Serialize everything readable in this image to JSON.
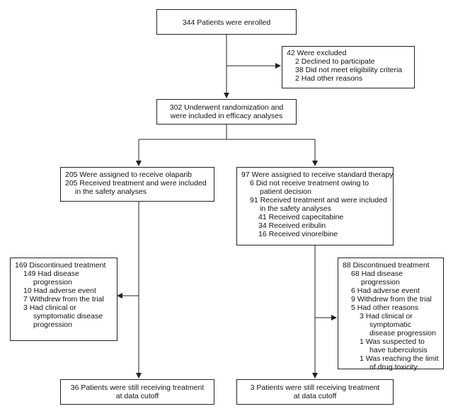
{
  "enrolled": "344 Patients were enrolled",
  "excluded": {
    "title": "42 Were excluded",
    "items": [
      "2 Declined to participate",
      "38 Did not meet eligibility criteria",
      "2 Had other reasons"
    ]
  },
  "randomized": [
    "302 Underwent randomization and",
    "were included in efficacy analyses"
  ],
  "olaparib": {
    "assigned": "205 Were assigned to receive olaparib",
    "treated": "205 Received treatment and were included in the safety analyses"
  },
  "standard": {
    "assigned": "97 Were assigned to receive standard therapy",
    "not_treated": "6 Did not receive treatment owing to patient decision",
    "treated": "91 Received treatment and were included in the safety analyses",
    "drugs": [
      "41 Received capecitabine",
      "34 Received eribulin",
      "16 Received vinorelbine"
    ]
  },
  "olaparib_discontinued": {
    "title": "169 Discontinued treatment",
    "progression": "149 Had disease progression",
    "adverse": "10 Had adverse event",
    "withdrew": "7 Withdrew from the trial",
    "clinical": "3 Had clinical or symptomatic disease progression"
  },
  "standard_discontinued": {
    "title": "88 Discontinued treatment",
    "progression": "68 Had disease progression",
    "adverse": "6 Had adverse event",
    "withdrew": "9 Withdrew from the trial",
    "other": "5 Had other reasons",
    "clinical": "3 Had clinical or symptomatic disease progression",
    "tb": "1 Was suspected to have tuberculosis",
    "toxicity": "1 Was reaching the limit of drug toxicity"
  },
  "olaparib_final": [
    "36 Patients were still receiving treatment",
    "at data cutoff"
  ],
  "standard_final": [
    "3 Patients were still receiving treatment",
    "at data cutoff"
  ],
  "colors": {
    "line": "#222222",
    "text": "#111111",
    "background": "#ffffff"
  }
}
